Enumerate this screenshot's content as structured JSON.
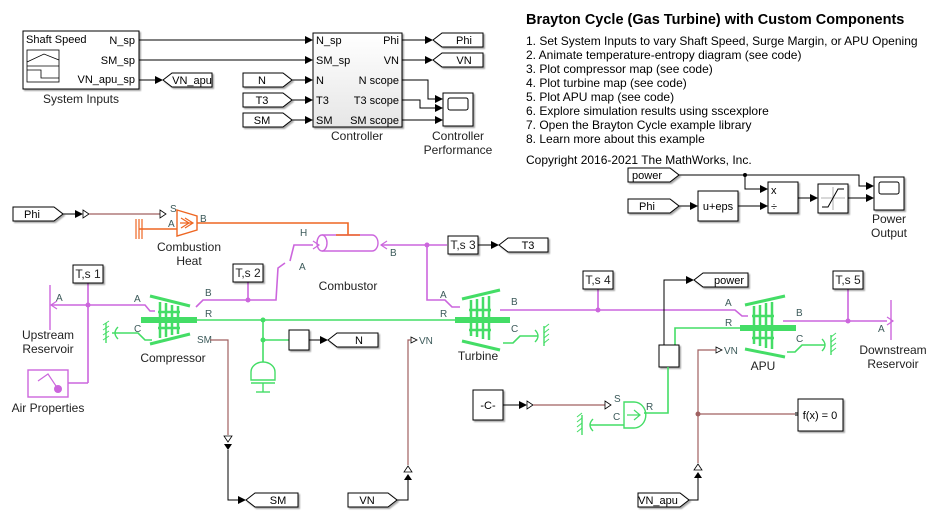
{
  "annotation": {
    "title": "Brayton Cycle (Gas Turbine) with Custom Components",
    "steps": [
      "1. Set System Inputs to vary Shaft Speed, Surge Margin, or APU Opening",
      "2. Animate temperature-entropy diagram (see code)",
      "3. Plot compressor map (see code)",
      "4. Plot turbine map (see code)",
      "5. Plot APU map (see code)",
      "6. Explore simulation results using sscexplore",
      "7. Open the Brayton Cycle example library",
      "8. Learn more about this example"
    ],
    "copyright": "Copyright 2016-2021 The MathWorks, Inc."
  },
  "colors": {
    "gas": "#cc66dd",
    "mechanical": "#44dd66",
    "physical_signal": "#a06060",
    "thermal": "#ee6622",
    "signal": "#000000"
  },
  "system_inputs": {
    "label": "System Inputs",
    "inner_title": "Shaft Speed",
    "ports": [
      "N_sp",
      "SM_sp",
      "VN_apu_sp"
    ]
  },
  "controller": {
    "label": "Controller",
    "inputs": [
      "N_sp",
      "SM_sp",
      "N",
      "T3",
      "SM"
    ],
    "outputs": [
      "Phi",
      "VN",
      "N scope",
      "T3 scope",
      "SM scope"
    ]
  },
  "controller_performance": {
    "label_line1": "Controller",
    "label_line2": "Performance"
  },
  "power_output": {
    "label_line1": "Power",
    "label_line2": "Output"
  },
  "tags": {
    "from_N": "N",
    "from_T3": "T3",
    "from_SM": "SM",
    "goto_phi": "Phi",
    "goto_vn": "VN",
    "goto_vn_apu": "VN_apu",
    "from_power": "power",
    "from_phi": "Phi",
    "from_phi2": "Phi",
    "goto_t3": "T3",
    "goto_n": "N",
    "goto_power": "power",
    "goto_sm": "SM",
    "from_vn": "VN",
    "from_vn_apu": "VN_apu"
  },
  "blocks": {
    "u_eps": "u+eps",
    "product_mul": "x",
    "product_div": "÷",
    "constant": "-C-",
    "solver": "f(x) = 0",
    "sensor_ts1": "T,s 1",
    "sensor_ts2": "T,s 2",
    "sensor_ts3": "T,s 3",
    "sensor_ts4": "T,s 4",
    "sensor_ts5": "T,s 5"
  },
  "components": {
    "combustion_heat": {
      "line1": "Combustion",
      "line2": "Heat",
      "ports": [
        "S",
        "A",
        "B"
      ]
    },
    "combustor": {
      "label": "Combustor",
      "ports": [
        "H",
        "A",
        "B"
      ]
    },
    "upstream_reservoir": {
      "line1": "Upstream",
      "line2": "Reservoir",
      "port": "A"
    },
    "downstream_reservoir": {
      "line1": "Downstream",
      "line2": "Reservoir",
      "port": "A"
    },
    "air_properties": {
      "label": "Air Properties"
    },
    "compressor": {
      "label": "Compressor",
      "ports": [
        "A",
        "B",
        "R",
        "C",
        "SM"
      ]
    },
    "turbine": {
      "label": "Turbine",
      "ports": [
        "A",
        "B",
        "R",
        "C",
        "VN"
      ]
    },
    "apu": {
      "label": "APU",
      "ports": [
        "A",
        "B",
        "R",
        "C",
        "VN"
      ]
    },
    "motor_source": {
      "ports": [
        "S",
        "C",
        "R"
      ]
    }
  }
}
